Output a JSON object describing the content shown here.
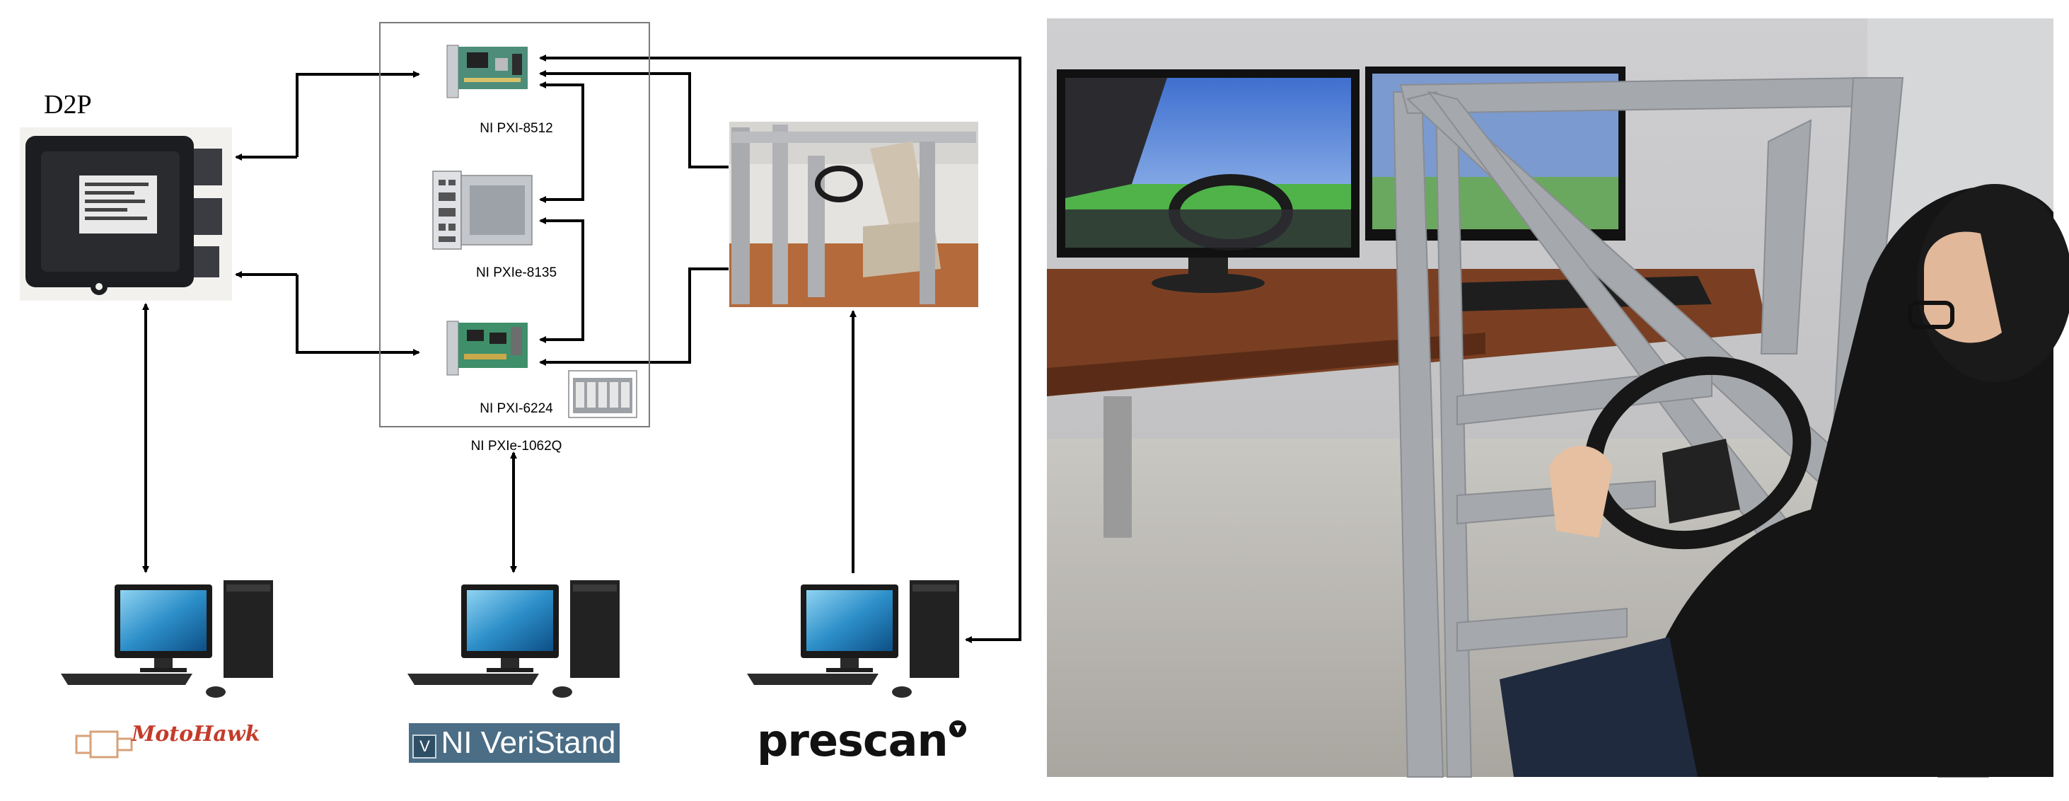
{
  "labels": {
    "ecu": "D2P",
    "card_pxi8512": "NI PXI-8512",
    "card_pxie8135": "NI PXIe-8135",
    "card_pxi6224": "NI PXI-6224",
    "chassis": "NI PXIe-1062Q"
  },
  "logos": {
    "motohawk": "MotoHawk",
    "veristand": "NI VeriStand",
    "prescan": "prescan"
  },
  "icons": {
    "ecu": "ecu-module-icon",
    "computer": "desktop-computer-icon",
    "card": "pxi-card-icon"
  },
  "colors": {
    "arrow": "#000000",
    "chassis_border": "#7a7a7a",
    "veristand_bg": "#4b6d86",
    "motohawk": "#c43b2a"
  }
}
